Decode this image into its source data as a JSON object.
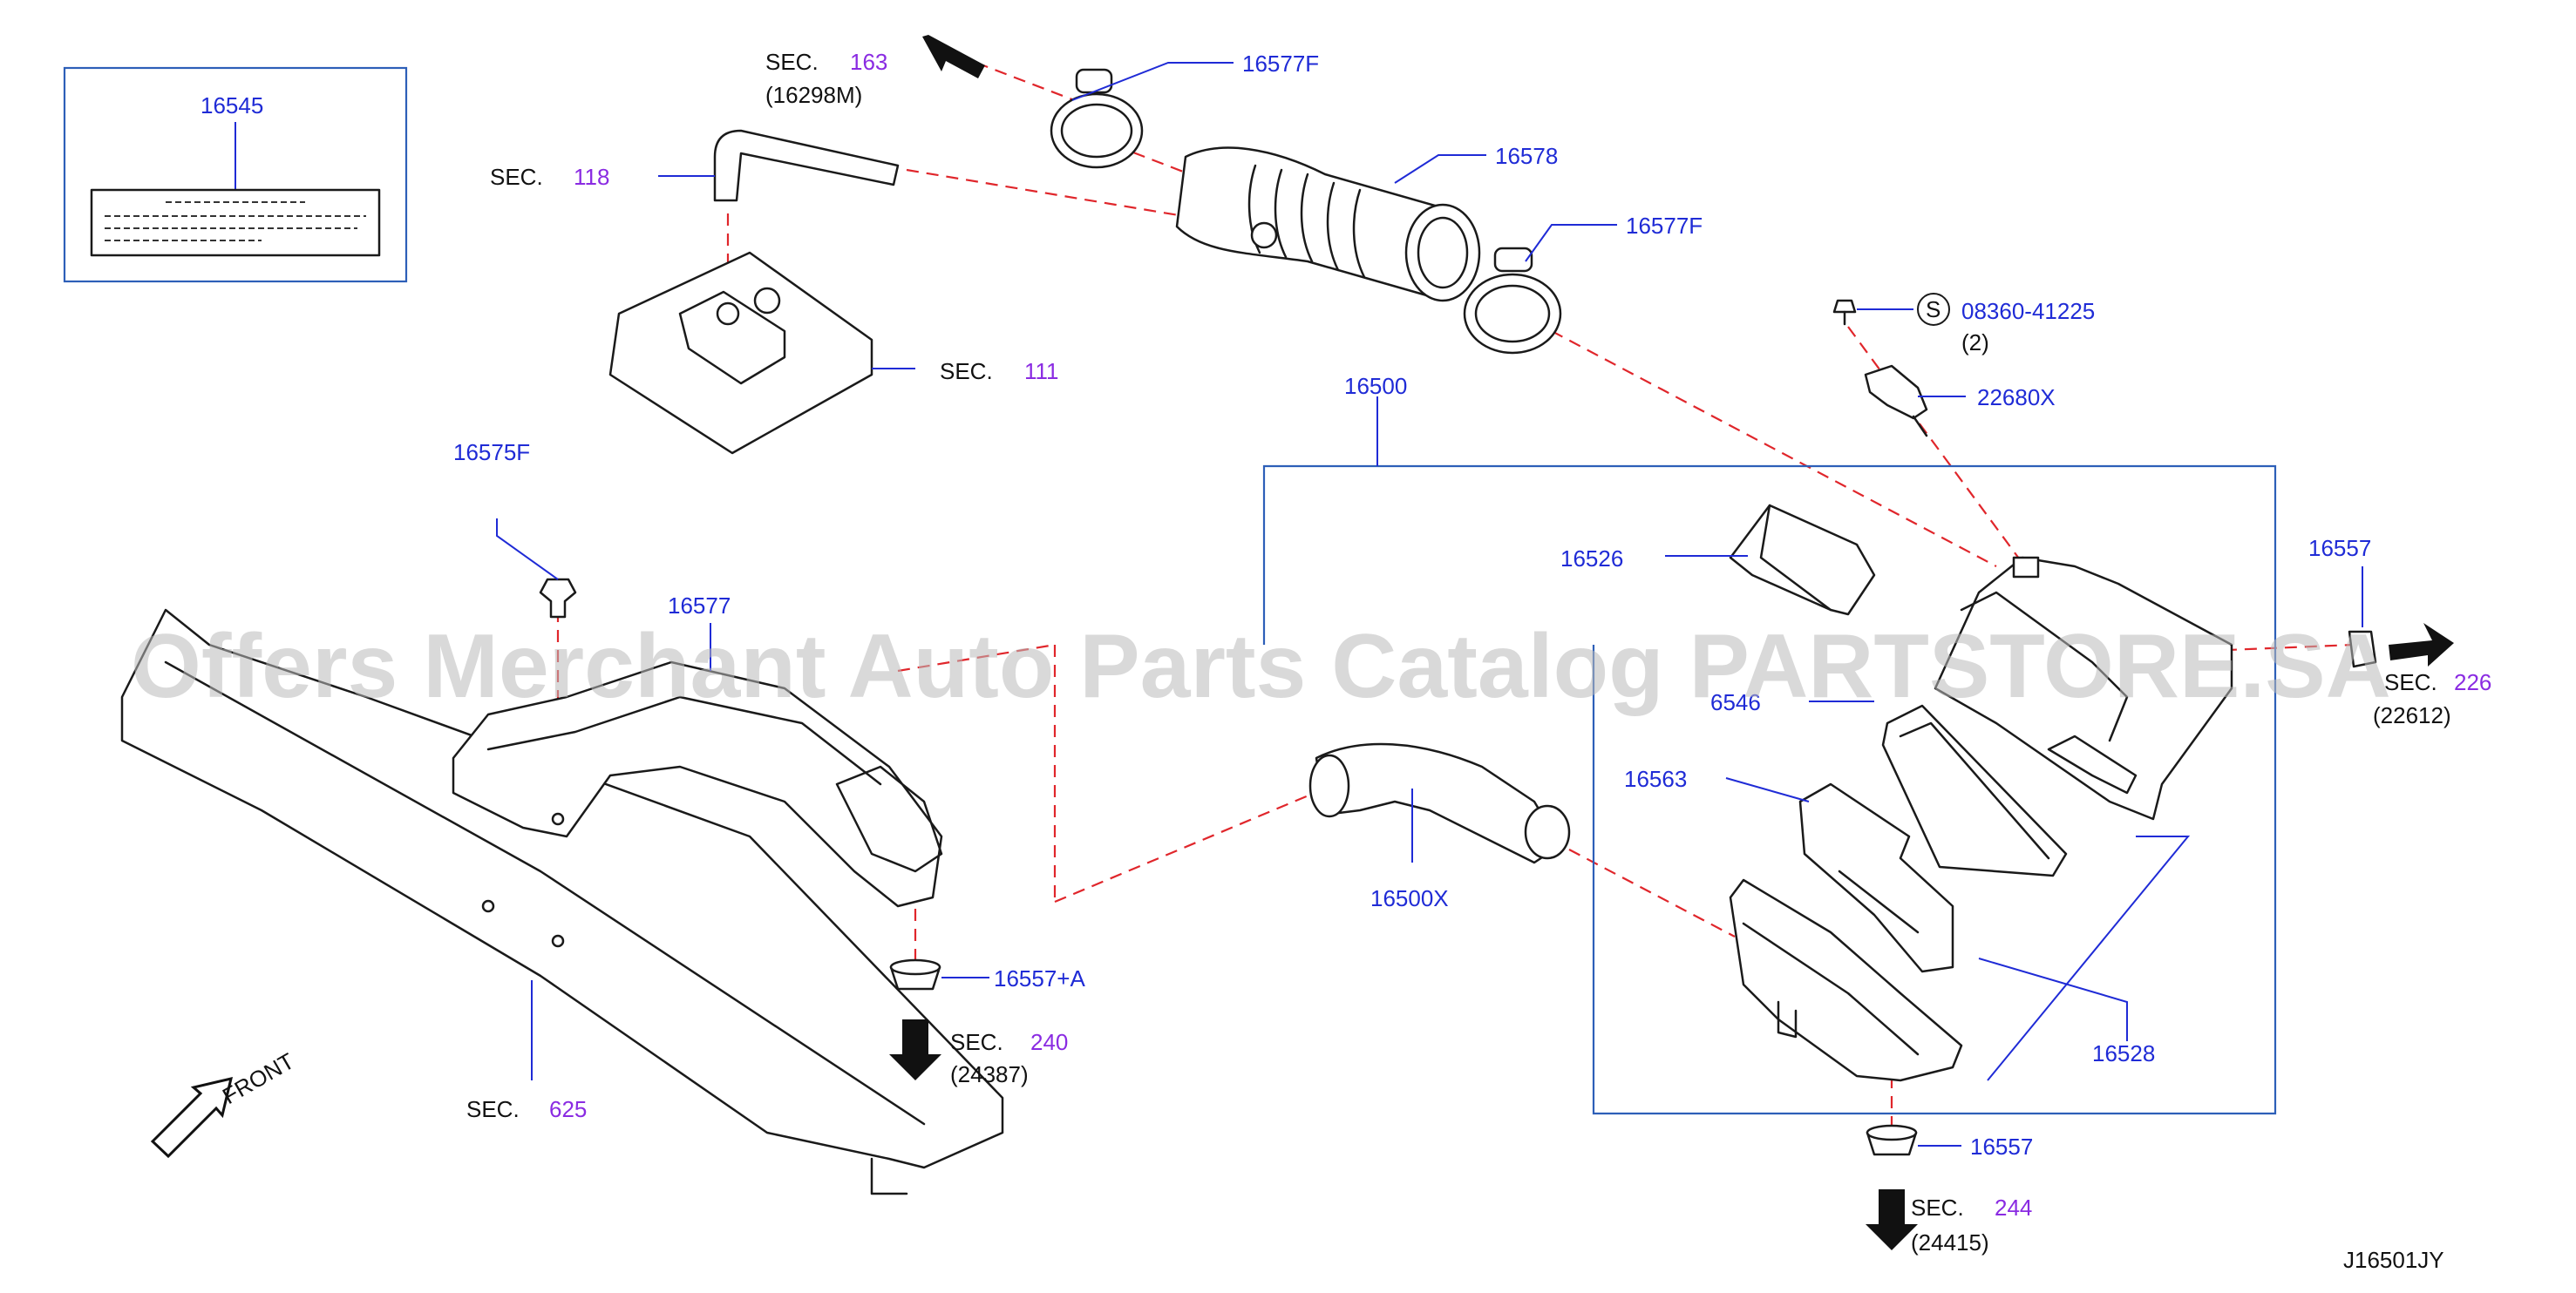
{
  "watermark": "Offers Merchant Auto Parts Catalog PARTSTORE.SA",
  "diagram_code": "J16501JY",
  "sec_prefix": "SEC.",
  "front_label": "FRONT",
  "label_box_part": "16545",
  "part_numbers": {
    "p16577f_top": "16577F",
    "p16578": "16578",
    "p16577f_mid": "16577F",
    "p08360": "08360-41225",
    "p08360_qty": "(2)",
    "p08360_symbol": "S",
    "p22680x": "22680X",
    "p16500": "16500",
    "p16575f": "16575F",
    "p16577": "16577",
    "p16526": "16526",
    "p16557_right": "16557",
    "p16546": "6546",
    "p16563": "16563",
    "p16500x": "16500X",
    "p16528": "16528",
    "p16557a": "16557+A",
    "p16557_bottom": "16557"
  },
  "sections": {
    "sec163": {
      "num": "163",
      "ref": "(16298M)"
    },
    "sec118": {
      "num": "118"
    },
    "sec111": {
      "num": "111"
    },
    "sec226": {
      "num": "226",
      "ref": "(22612)"
    },
    "sec240": {
      "num": "240",
      "ref": "(24387)"
    },
    "sec625": {
      "num": "625"
    },
    "sec244": {
      "num": "244",
      "ref": "(24415)"
    }
  },
  "colors": {
    "part_number": "#1f2bd6",
    "section_number": "#8a2be2",
    "dashed_line": "#e0262b",
    "frame": "#2d5fb8"
  }
}
